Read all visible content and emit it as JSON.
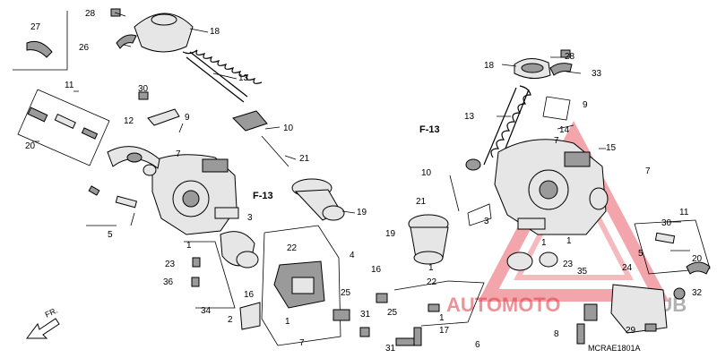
{
  "diagram": {
    "callouts": [
      {
        "id": "c-27",
        "label": "27"
      },
      {
        "id": "c-28a",
        "label": "28"
      },
      {
        "id": "c-26",
        "label": "26"
      },
      {
        "id": "c-18a",
        "label": "18"
      },
      {
        "id": "c-13a",
        "label": "13"
      },
      {
        "id": "c-11a",
        "label": "11"
      },
      {
        "id": "c-30a",
        "label": "30"
      },
      {
        "id": "c-12",
        "label": "12"
      },
      {
        "id": "c-9a",
        "label": "9"
      },
      {
        "id": "c-20a",
        "label": "20"
      },
      {
        "id": "c-7a",
        "label": "7"
      },
      {
        "id": "c-10a",
        "label": "10"
      },
      {
        "id": "c-21a",
        "label": "21"
      },
      {
        "id": "c-19a",
        "label": "19"
      },
      {
        "id": "c-5a",
        "label": "5"
      },
      {
        "id": "c-3a",
        "label": "3"
      },
      {
        "id": "c-1a",
        "label": "1"
      },
      {
        "id": "c-22a",
        "label": "22"
      },
      {
        "id": "c-4",
        "label": "4"
      },
      {
        "id": "c-23a",
        "label": "23"
      },
      {
        "id": "c-36",
        "label": "36"
      },
      {
        "id": "c-34",
        "label": "34"
      },
      {
        "id": "c-2",
        "label": "2"
      },
      {
        "id": "c-16a",
        "label": "16"
      },
      {
        "id": "c-25a",
        "label": "25"
      },
      {
        "id": "c-31a",
        "label": "31"
      },
      {
        "id": "c-1b",
        "label": "1"
      },
      {
        "id": "c-7b",
        "label": "7"
      },
      {
        "id": "c-28b",
        "label": "28"
      },
      {
        "id": "c-18b",
        "label": "18"
      },
      {
        "id": "c-33",
        "label": "33"
      },
      {
        "id": "c-9b",
        "label": "9"
      },
      {
        "id": "c-13b",
        "label": "13"
      },
      {
        "id": "c-14",
        "label": "14"
      },
      {
        "id": "c-15",
        "label": "15"
      },
      {
        "id": "c-10b",
        "label": "10"
      },
      {
        "id": "c-21b",
        "label": "21"
      },
      {
        "id": "c-7c",
        "label": "7"
      },
      {
        "id": "c-30b",
        "label": "30"
      },
      {
        "id": "c-11b",
        "label": "11"
      },
      {
        "id": "c-19b",
        "label": "19"
      },
      {
        "id": "c-3b",
        "label": "3"
      },
      {
        "id": "c-1c",
        "label": "1"
      },
      {
        "id": "c-5b",
        "label": "5"
      },
      {
        "id": "c-20b",
        "label": "20"
      },
      {
        "id": "c-23b",
        "label": "23"
      },
      {
        "id": "c-16b",
        "label": "16"
      },
      {
        "id": "c-1d",
        "label": "1"
      },
      {
        "id": "c-22b",
        "label": "22"
      },
      {
        "id": "c-35",
        "label": "35"
      },
      {
        "id": "c-24",
        "label": "24"
      },
      {
        "id": "c-32",
        "label": "32"
      },
      {
        "id": "c-25b",
        "label": "25"
      },
      {
        "id": "c-1e",
        "label": "1"
      },
      {
        "id": "c-17",
        "label": "17"
      },
      {
        "id": "c-6",
        "label": "6"
      },
      {
        "id": "c-31b",
        "label": "31"
      },
      {
        "id": "c-8",
        "label": "8"
      },
      {
        "id": "c-29",
        "label": "29"
      },
      {
        "id": "c-1f",
        "label": "1"
      },
      {
        "id": "c-7d",
        "label": "7"
      }
    ],
    "refs": {
      "f13_left": "F-13",
      "f13_right": "F-13"
    },
    "direction_label": "FR.",
    "diagram_code": "MCRAE1801A",
    "watermark": {
      "brand_a": "AUTOMOTO",
      "brand_b": "CLUB"
    },
    "colors": {
      "watermark": "#e23a44",
      "line": "#000000",
      "part_fill": "#e6e6e6"
    }
  }
}
